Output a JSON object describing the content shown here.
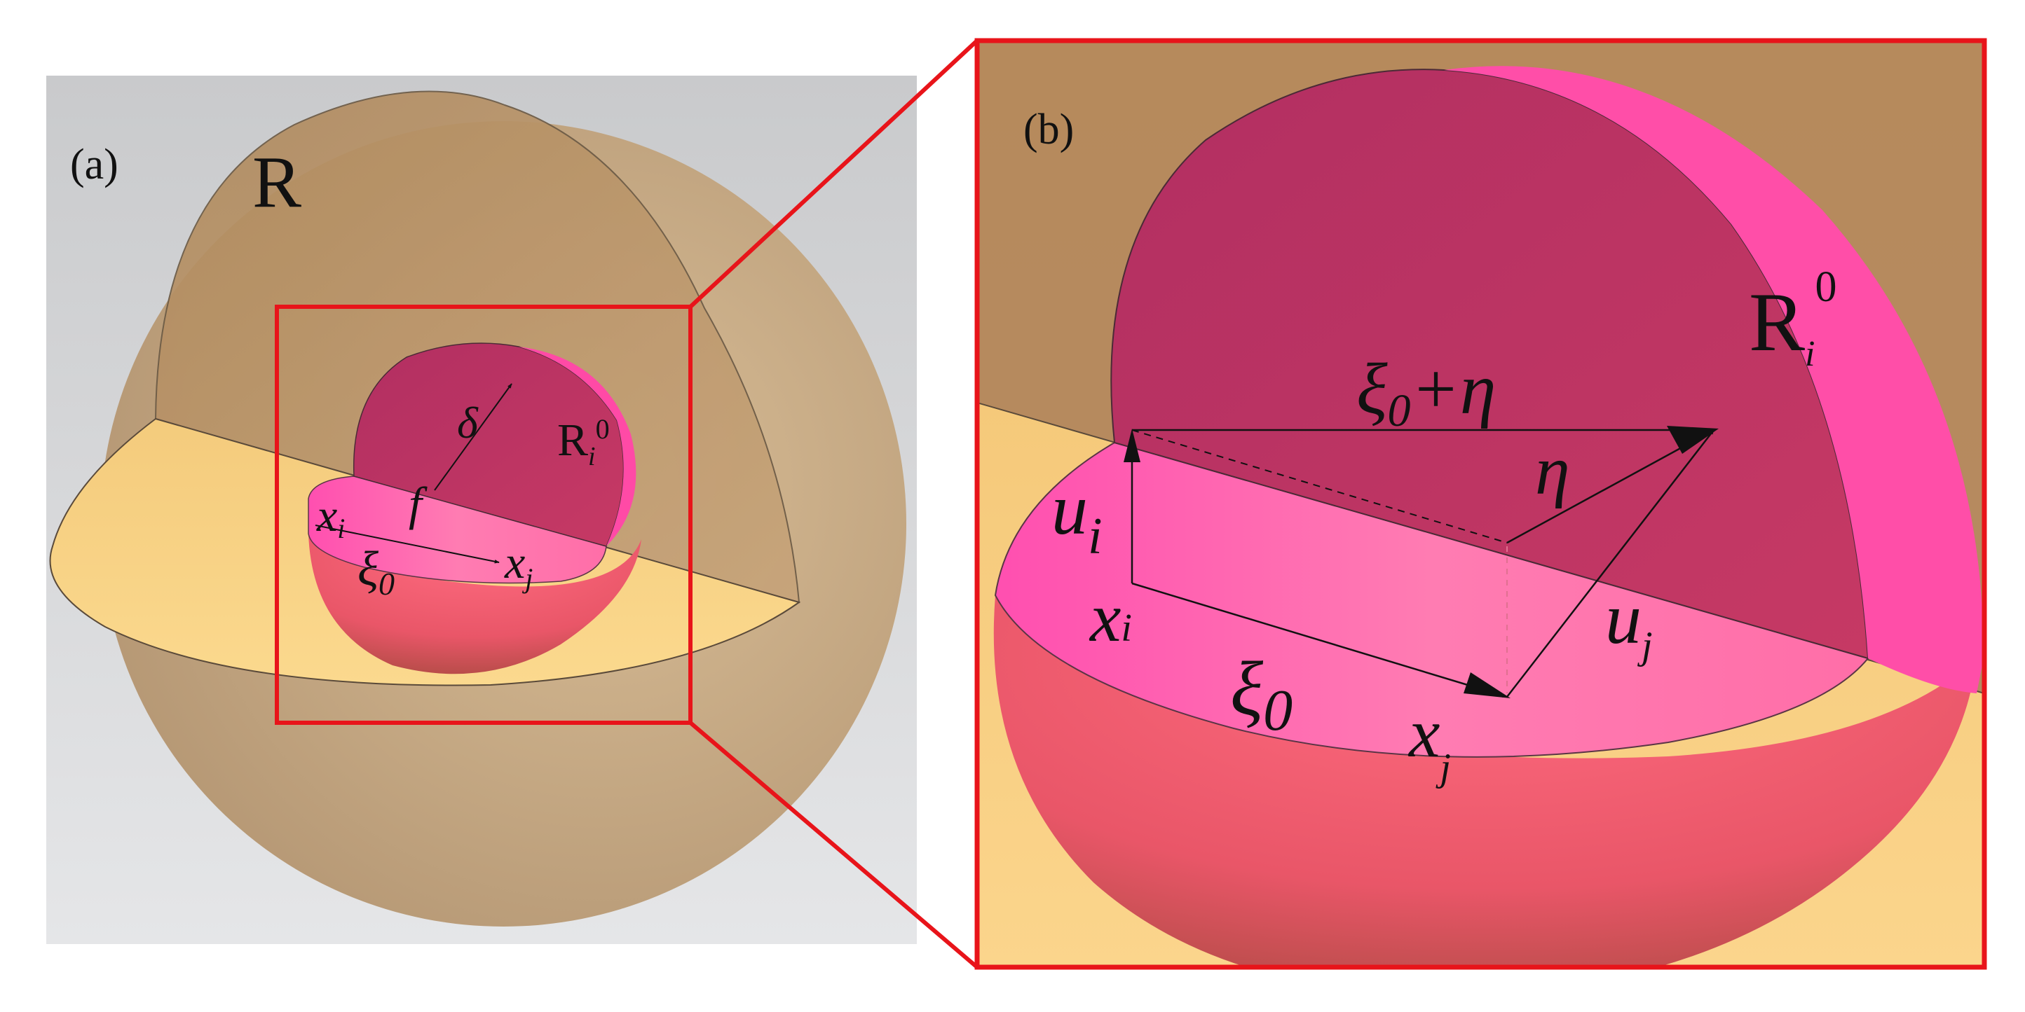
{
  "panels": {
    "a": {
      "tag": "(a)",
      "outer_region_label": "R",
      "inner_region_label": "R",
      "inner_region_sub": "i",
      "inner_region_sup": "0",
      "bond_vector": "ξ",
      "bond_vector_sub": "0",
      "point_i": "x",
      "point_i_sub": "i",
      "point_j": "x",
      "point_j_sub": "j",
      "delta_label": "δ",
      "f_label": "f"
    },
    "b": {
      "tag": "(b)",
      "region_label": "R",
      "region_sub": "i",
      "region_sup": "0",
      "deformed_vector": "ξ",
      "deformed_vector_sub": "0",
      "deformed_vector_rest": "+η",
      "eta_label": "η",
      "u_i": "u",
      "u_i_sub": "i",
      "u_j": "u",
      "u_j_sub": "j",
      "point_i": "x",
      "point_i_sub": "i",
      "point_j": "x",
      "point_j_sub": "j",
      "bond_vector": "ξ",
      "bond_vector_sub": "0"
    }
  },
  "colors": {
    "outer_sphere": "#c3a47f",
    "cut_plane": "#f8cd7d",
    "inner_sphere": "#f0506e",
    "inner_back": "#c03662",
    "inner_cut": "#ff6fa8",
    "highlight": "#ff4da6",
    "zoom_box": "#e8141a",
    "panel_b_back": "#b8895c"
  }
}
